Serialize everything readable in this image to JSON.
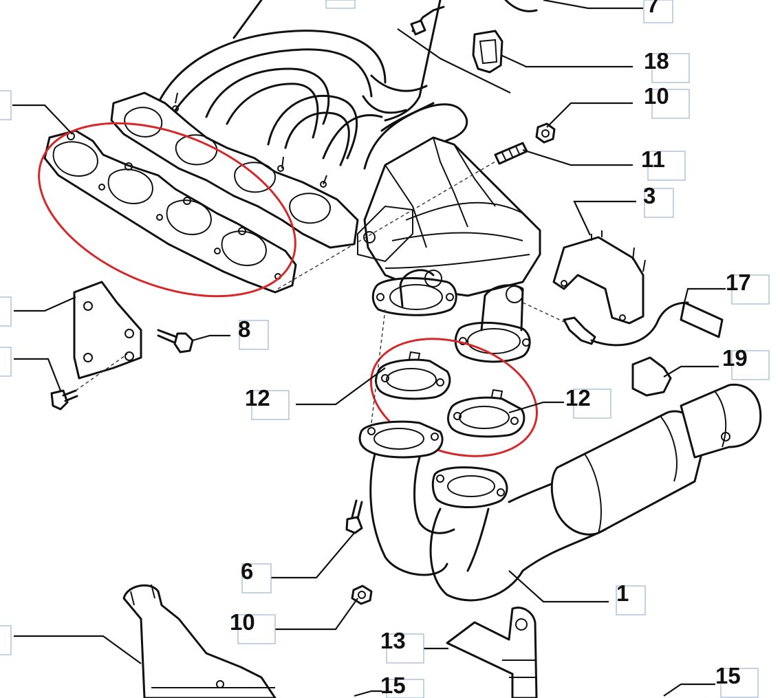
{
  "callouts": [
    {
      "id": "c7",
      "label": "7"
    },
    {
      "id": "c18",
      "label": "18"
    },
    {
      "id": "c10a",
      "label": "10"
    },
    {
      "id": "c11",
      "label": "11"
    },
    {
      "id": "c3",
      "label": "3"
    },
    {
      "id": "c8",
      "label": "8"
    },
    {
      "id": "c17",
      "label": "17"
    },
    {
      "id": "c19",
      "label": "19"
    },
    {
      "id": "c12a",
      "label": "12"
    },
    {
      "id": "c12b",
      "label": "12"
    },
    {
      "id": "c6",
      "label": "6"
    },
    {
      "id": "c1",
      "label": "1"
    },
    {
      "id": "c10b",
      "label": "10"
    },
    {
      "id": "c13",
      "label": "13"
    },
    {
      "id": "c15a",
      "label": "15"
    },
    {
      "id": "c15b",
      "label": "15"
    }
  ],
  "colors": {
    "line": "#111111",
    "highlight": "#d62828",
    "callout_border": "#9db3d8",
    "background": "#ffffff"
  }
}
